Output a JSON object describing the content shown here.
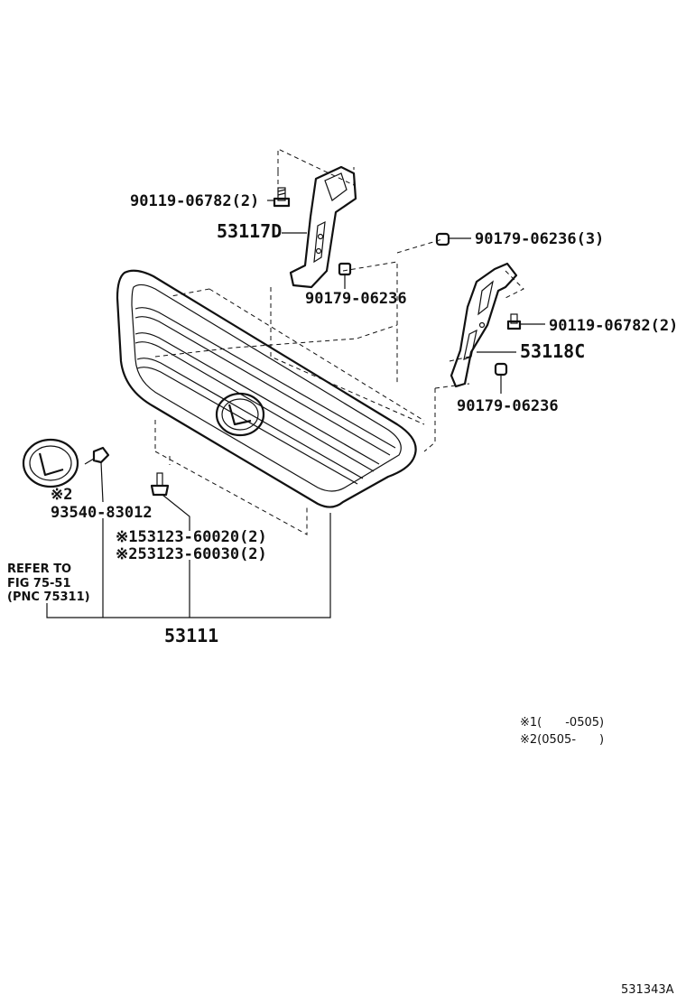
{
  "parts": {
    "bolt_upper_left": "90119-06782(2)",
    "bracket_left": "53117D",
    "nut_left": "90179-06236",
    "nut_upper_right": "90179-06236(3)",
    "bolt_right": "90119-06782(2)",
    "bracket_right": "53118C",
    "nut_right": "90179-06236",
    "emblem_mark": "※2",
    "emblem_clip": "93540-83012",
    "retainer_1": "※153123-60020(2)",
    "retainer_2": "※253123-60030(2)",
    "grille_assy": "53111"
  },
  "refer": {
    "line1": "REFER TO",
    "line2": "FIG 75-51",
    "line3": "(PNC 75311)"
  },
  "notes": {
    "note1": "※1(　　-0505)",
    "note2": "※2(0505-　　)"
  },
  "figure_id": "531343A"
}
